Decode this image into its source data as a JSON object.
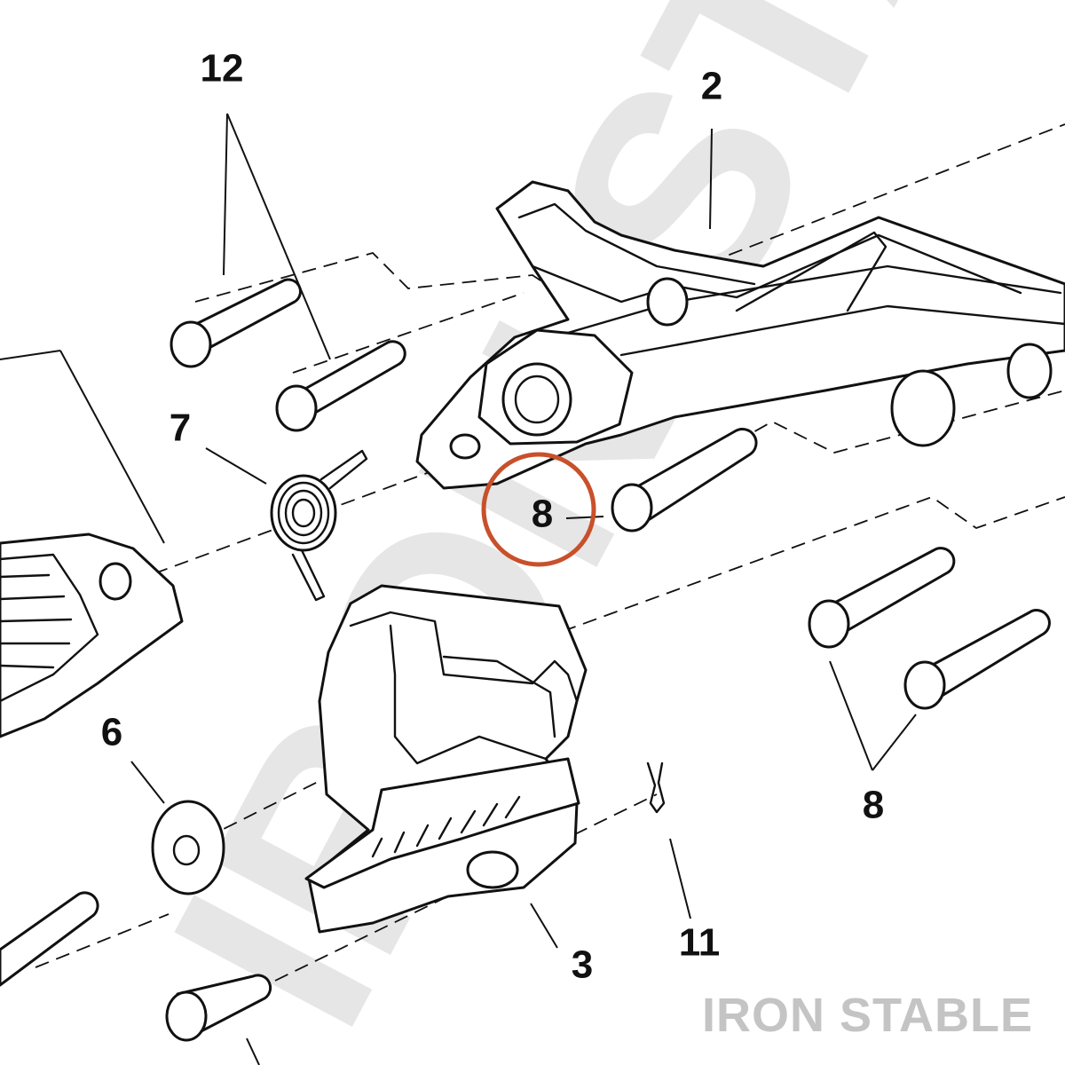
{
  "diagram": {
    "callouts": {
      "part_2": "2",
      "part_3": "3",
      "part_6": "6",
      "part_7": "7",
      "part_8_highlighted": "8",
      "part_8_pair": "8",
      "part_11": "11",
      "part_12": "12"
    },
    "watermark": "IRON STABLE",
    "brand_label": "IRON STABLE",
    "highlight_color": "#c8502a"
  }
}
